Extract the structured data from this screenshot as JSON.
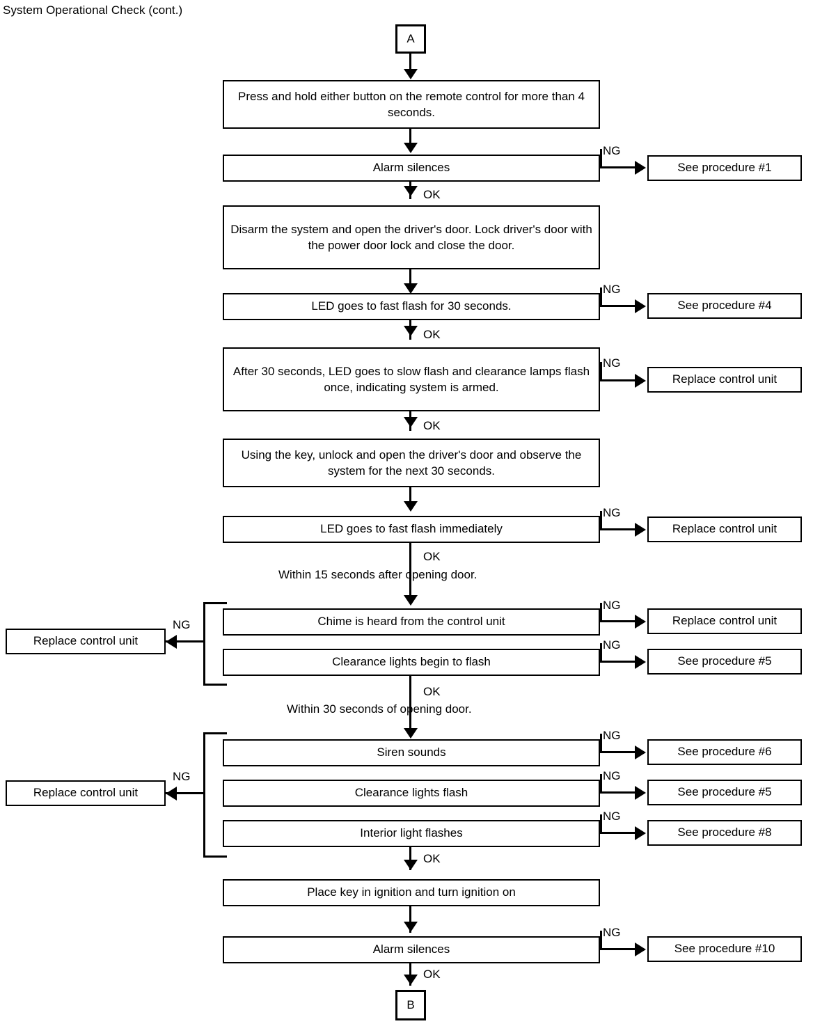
{
  "document": {
    "title": "System Operational Check (cont.)"
  },
  "labels": {
    "ok": "OK",
    "ng": "NG"
  },
  "terminals": {
    "start": "A",
    "end": "B"
  },
  "notes": [
    {
      "id": "note-15s",
      "text": "Within 15 seconds after opening door."
    },
    {
      "id": "note-30s",
      "text": "Within 30 seconds of opening door."
    }
  ],
  "steps": [
    {
      "id": "press-hold-remote",
      "text": "Press and hold either button on the remote control for more than 4 seconds."
    },
    {
      "id": "alarm-silences-1",
      "text": "Alarm silences"
    },
    {
      "id": "disarm-open-lock-close",
      "text": "Disarm the system and open the driver's door. Lock driver's door with the power door lock and close the door."
    },
    {
      "id": "led-fast-flash-30",
      "text": "LED goes to fast flash for 30 seconds."
    },
    {
      "id": "after-30-slow-flash",
      "text": "After 30 seconds, LED goes to slow flash and clearance lamps flash once, indicating system is armed."
    },
    {
      "id": "unlock-open-observe",
      "text": "Using the key, unlock and open the driver's door and observe the system for the next 30 seconds."
    },
    {
      "id": "led-fast-flash-immediately",
      "text": "LED goes to fast flash immediately"
    },
    {
      "id": "chime-heard",
      "text": "Chime is heard from the control unit"
    },
    {
      "id": "clearance-lights-begin",
      "text": "Clearance lights begin to flash"
    },
    {
      "id": "siren-sounds",
      "text": "Siren sounds"
    },
    {
      "id": "clearance-lights-flash",
      "text": "Clearance lights flash"
    },
    {
      "id": "interior-light-flashes",
      "text": "Interior light flashes"
    },
    {
      "id": "place-key-ignition",
      "text": "Place key in ignition and turn ignition on"
    },
    {
      "id": "alarm-silences-2",
      "text": "Alarm silences"
    }
  ],
  "outcomes": {
    "procedure_1": "See procedure #1",
    "procedure_4": "See procedure #4",
    "procedure_5a": "See procedure #5",
    "procedure_5b": "See procedure #5",
    "procedure_6": "See procedure #6",
    "procedure_8": "See procedure #8",
    "procedure_10": "See procedure #10",
    "replace_unit_1": "Replace control unit",
    "replace_unit_2": "Replace control unit",
    "replace_unit_3": "Replace control unit",
    "replace_unit_left_1": "Replace control unit",
    "replace_unit_left_2": "Replace control unit"
  }
}
